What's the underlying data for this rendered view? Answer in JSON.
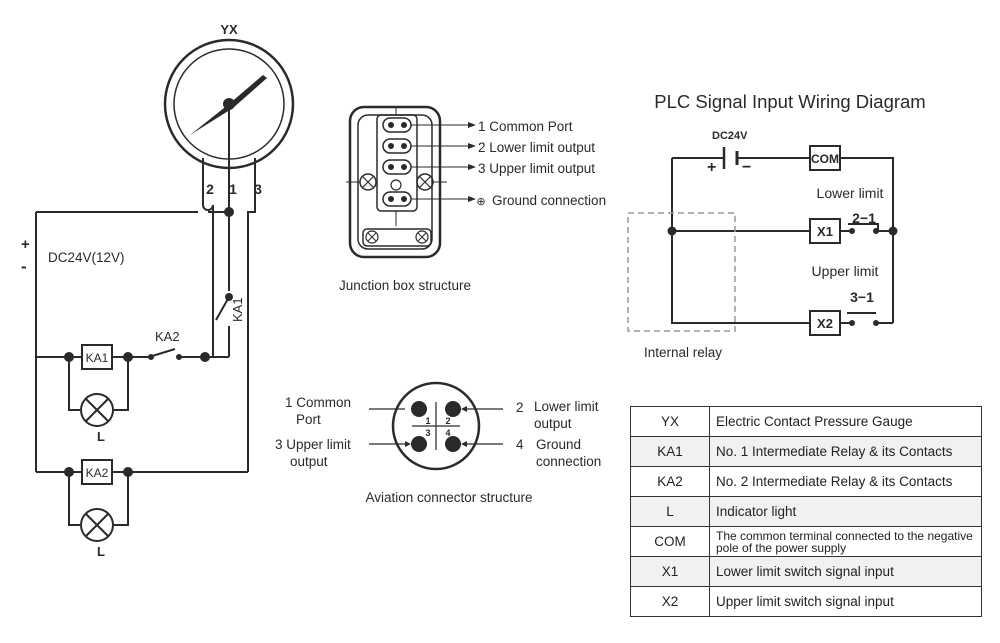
{
  "gauge": {
    "label": "YX",
    "terminal_2": "2",
    "terminal_1": "1",
    "terminal_3": "3"
  },
  "power": {
    "plus": "+",
    "minus": "-",
    "label": "DC24V(12V)"
  },
  "circuit": {
    "ka1_contact": "KA1",
    "ka2_contact": "KA2",
    "relay_1": "KA1",
    "relay_2": "KA2",
    "lamp_1": "L",
    "lamp_2": "L"
  },
  "junction_box": {
    "caption": "Junction box structure",
    "port_1": "1 Common Port",
    "port_2": "2  Lower limit output",
    "port_3": "3  Upper limit output",
    "port_4": "Ground connection",
    "ground_mark": "⊕"
  },
  "aviation": {
    "caption": "Aviation connector structure",
    "pin_1_line1": "1 Common",
    "pin_1_line2": "Port",
    "pin_2_num": "2",
    "pin_2_line1": "Lower limit",
    "pin_2_line2": "output",
    "pin_3_line1": "3 Upper limit",
    "pin_3_line2": "output",
    "pin_4_num": "4",
    "pin_4_line1": "Ground",
    "pin_4_line2": "connection",
    "pin_labels": [
      "1",
      "2",
      "3",
      "4"
    ]
  },
  "plc": {
    "title": "PLC Signal Input Wiring Diagram",
    "power_label": "DC24V",
    "plus": "+",
    "minus": "−",
    "com": "COM",
    "x1": "X1",
    "x2": "X2",
    "lower_limit": "Lower limit",
    "upper_limit": "Upper limit",
    "contact_lower": "2−1",
    "contact_upper": "3−1",
    "internal_relay": "Internal relay"
  },
  "legend": [
    {
      "code": "YX",
      "desc": "Electric Contact Pressure Gauge"
    },
    {
      "code": "KA1",
      "desc": "No. 1 Intermediate Relay & its Contacts"
    },
    {
      "code": "KA2",
      "desc": "No. 2 Intermediate Relay & its Contacts"
    },
    {
      "code": "L",
      "desc": "Indicator light"
    },
    {
      "code": "COM",
      "desc": "The common terminal connected to the negative pole of the power supply"
    },
    {
      "code": "X1",
      "desc": "Lower limit switch signal input"
    },
    {
      "code": "X2",
      "desc": "Upper limit switch signal input"
    }
  ]
}
